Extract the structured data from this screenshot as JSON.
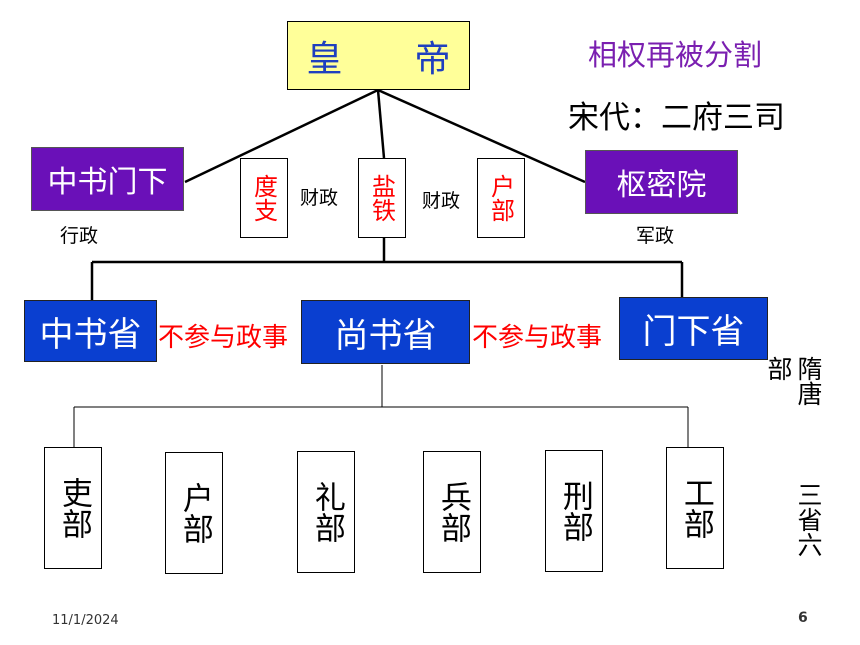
{
  "emperor": "皇　　帝",
  "song_titles": {
    "line1": "相权再被分割",
    "line2": "宋代：二府三司"
  },
  "song_agencies": {
    "zhongshu_menxia": "中书门下",
    "shumiyuan": "枢密院",
    "duzhi": "度支",
    "yantie": "盐铁",
    "hubu": "户部",
    "finance_1": "财政",
    "finance_2": "财政",
    "admin_label": "行政",
    "military_label": "军政"
  },
  "sui_tang": {
    "zhongshu_sheng": "中书省",
    "shangshu_sheng": "尚书省",
    "menxia_sheng": "门下省",
    "note_left": "不参与政事",
    "note_right": "不参与政事",
    "departments": [
      "吏部",
      "户部",
      "礼部",
      "兵部",
      "刑部",
      "工部"
    ],
    "side_caption_col1": "隋唐",
    "side_caption_col2": "部",
    "side_caption_col3": "三省六"
  },
  "footer": {
    "date": "11/1/2024",
    "page": "6"
  },
  "colors": {
    "emperor_fill": "#ffff99",
    "purple_fill": "#6a10b8",
    "blue_fill": "#0a3fd0",
    "highlight_red": "#ff0000"
  }
}
